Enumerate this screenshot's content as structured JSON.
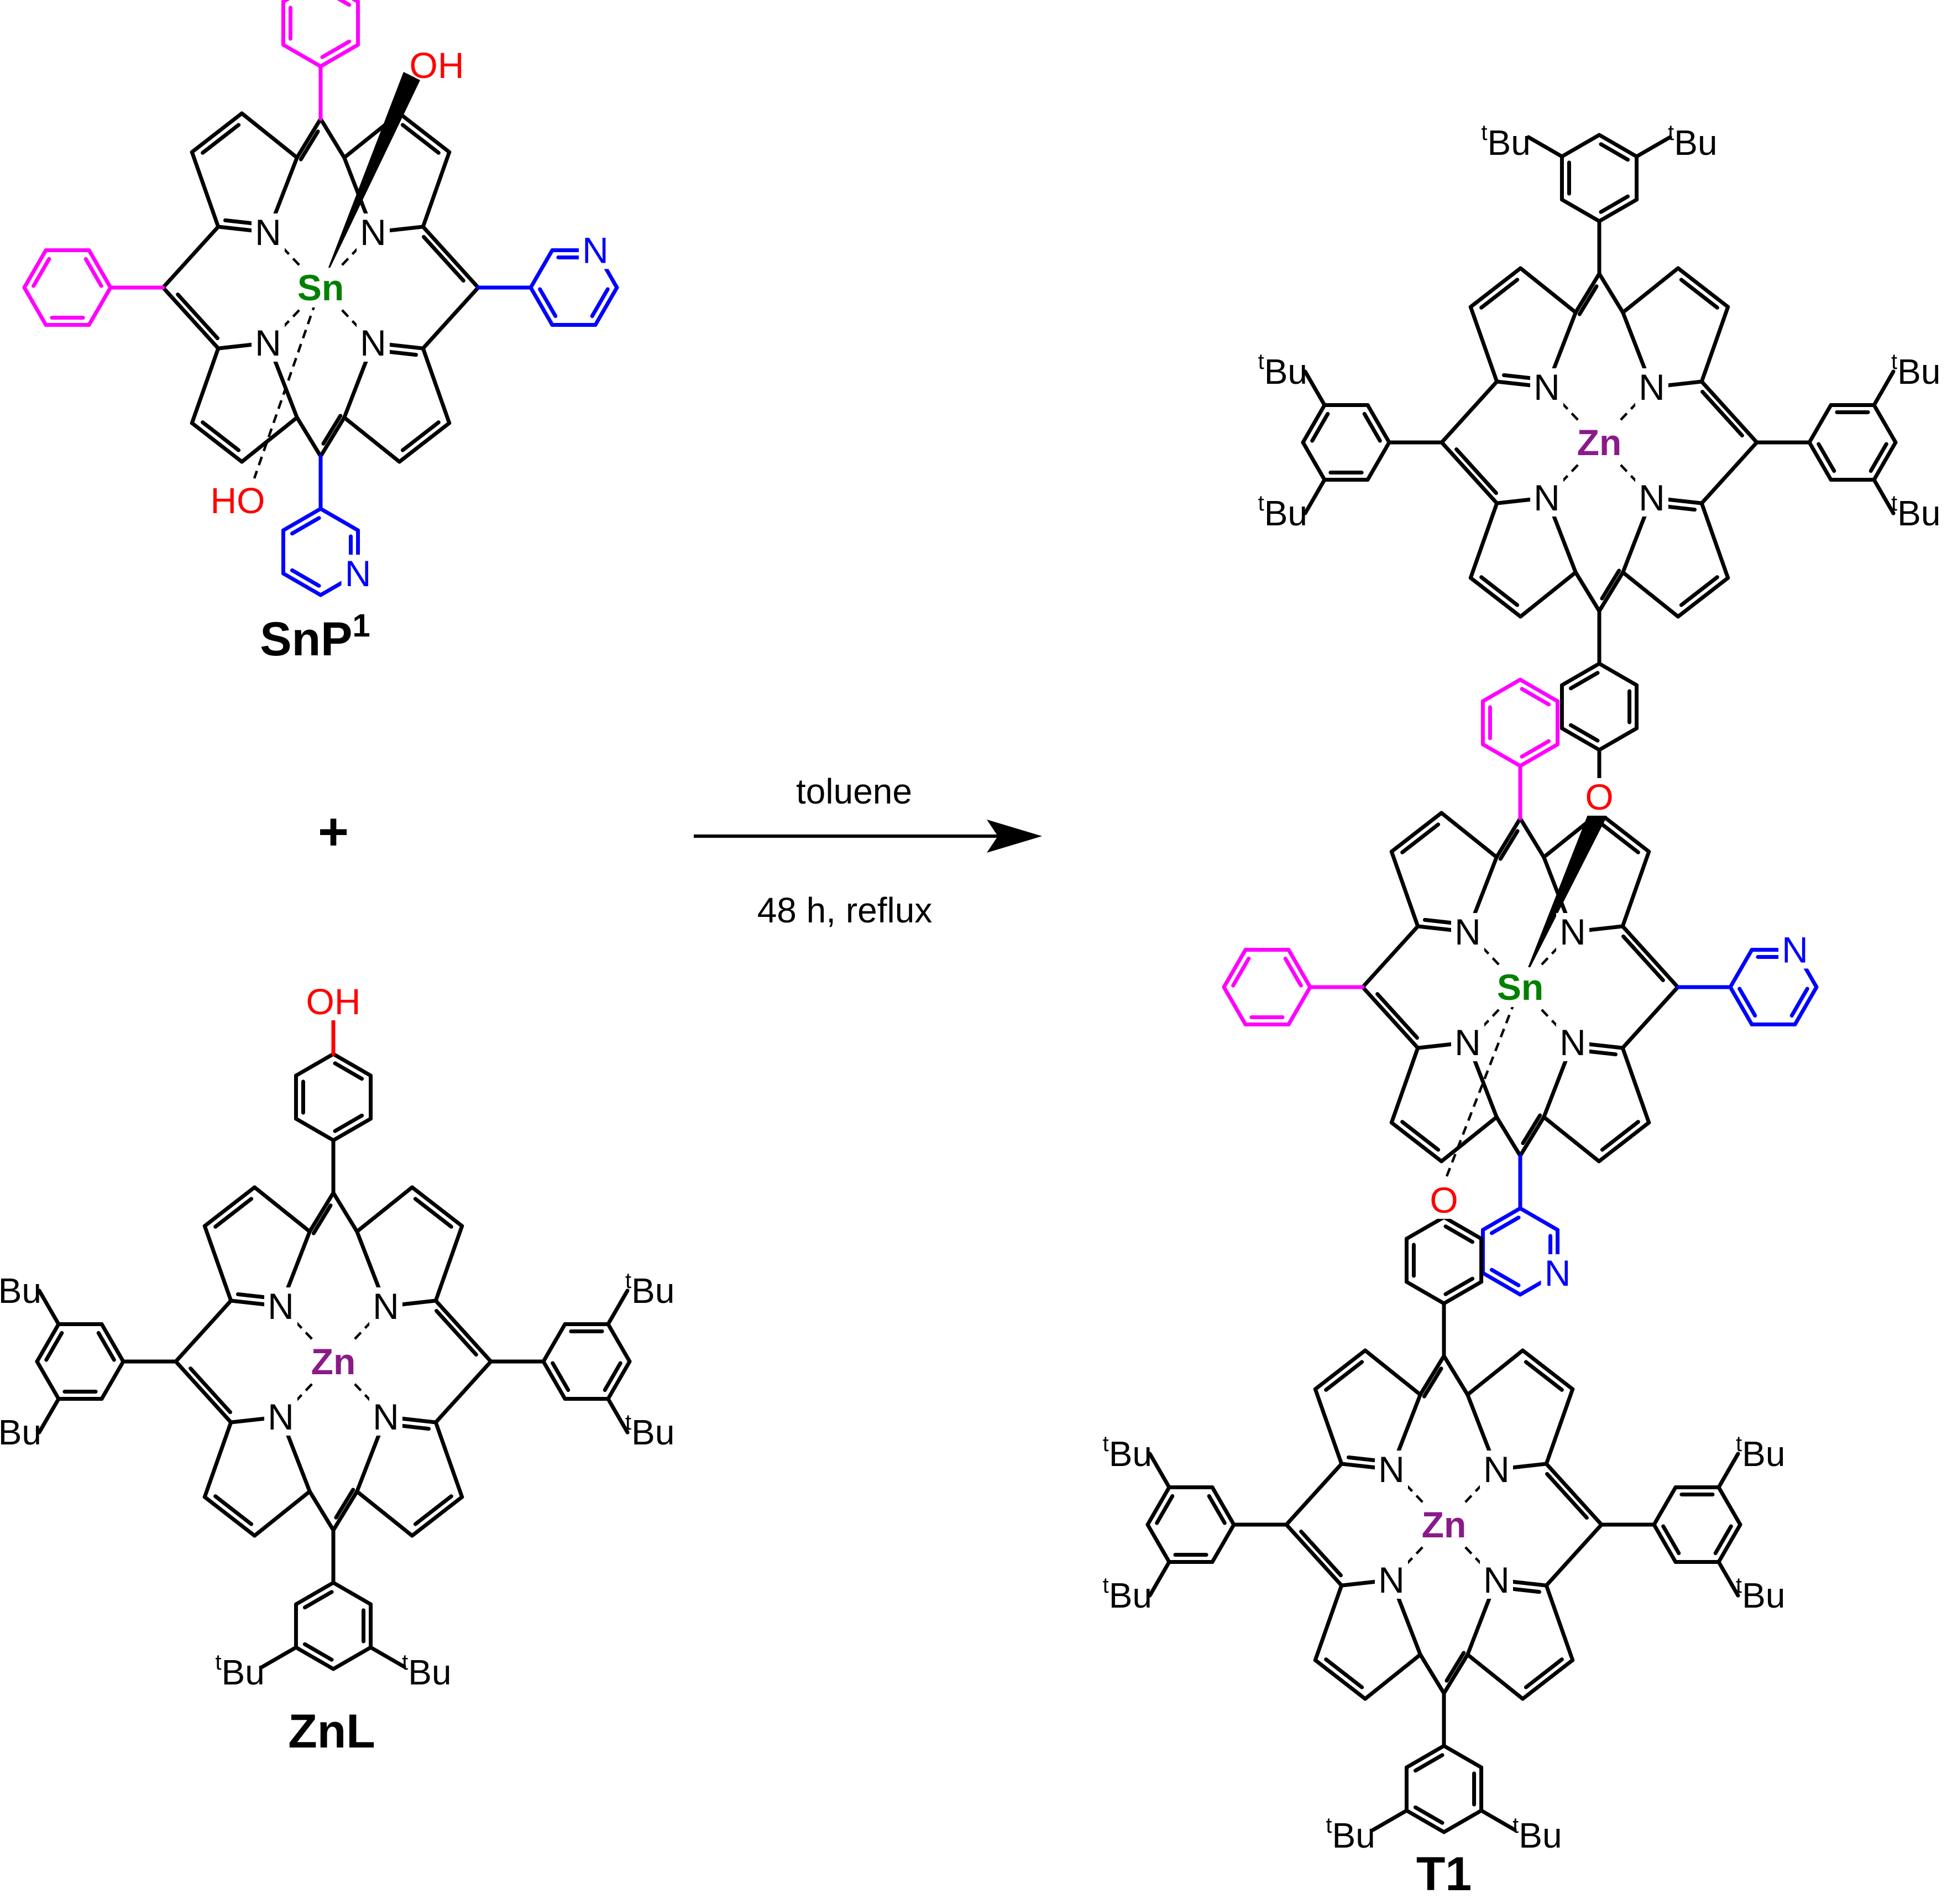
{
  "colors": {
    "carbon": "#000000",
    "phenyl": "#ff00ff",
    "pyridyl": "#0000ff",
    "oxygen": "#ff0000",
    "tin": "#008000",
    "zinc": "#8b1a89"
  },
  "atoms": {
    "nitrogen": "N",
    "tin": "Sn",
    "zinc": "Zn",
    "hydroxyl_right": "OH",
    "hydroxyl_left": "HO",
    "oxygen": "O",
    "tbu_sup": "t",
    "tbu_base": "Bu"
  },
  "compounds": {
    "snp1": {
      "name": "SnP",
      "superscript": "1"
    },
    "znl": {
      "name": "ZnL"
    },
    "t1": {
      "name": "T1"
    }
  },
  "plus_sign": "+",
  "arrow": {
    "above": "toluene",
    "below": "48 h, reflux"
  }
}
